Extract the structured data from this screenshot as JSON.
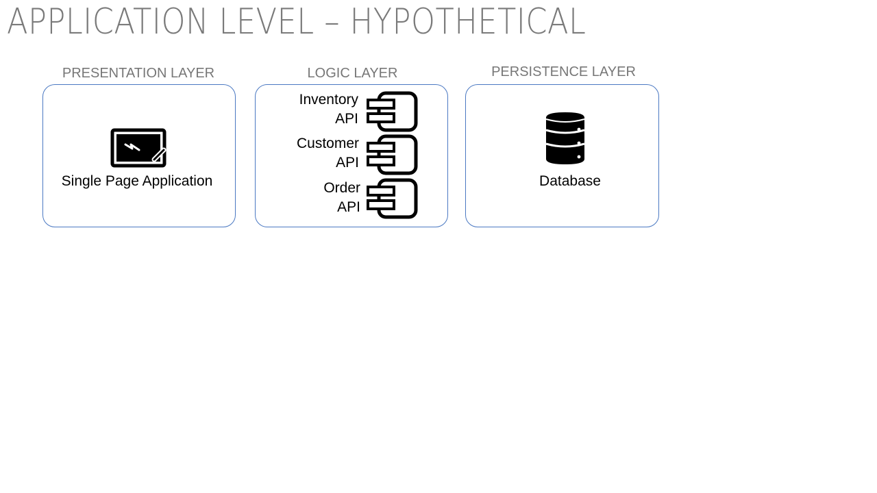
{
  "title": "APPLICATION LEVEL – HYPOTHETICAL",
  "layers": {
    "presentation": {
      "label": "PRESENTATION LAYER",
      "caption": "Single Page Application",
      "icon": "whiteboard-icon"
    },
    "logic": {
      "label": "LOGIC LAYER",
      "apis": [
        {
          "name": "Inventory",
          "suffix": "API",
          "icon": "component-icon"
        },
        {
          "name": "Customer",
          "suffix": "API",
          "icon": "component-icon"
        },
        {
          "name": "Order",
          "suffix": "API",
          "icon": "component-icon"
        }
      ]
    },
    "persistence": {
      "label": "PERSISTENCE LAYER",
      "caption": "Database",
      "icon": "database-icon"
    }
  },
  "colors": {
    "box_border": "#4a78c2",
    "label_text": "#777777",
    "title_text": "#7a7a7a"
  }
}
